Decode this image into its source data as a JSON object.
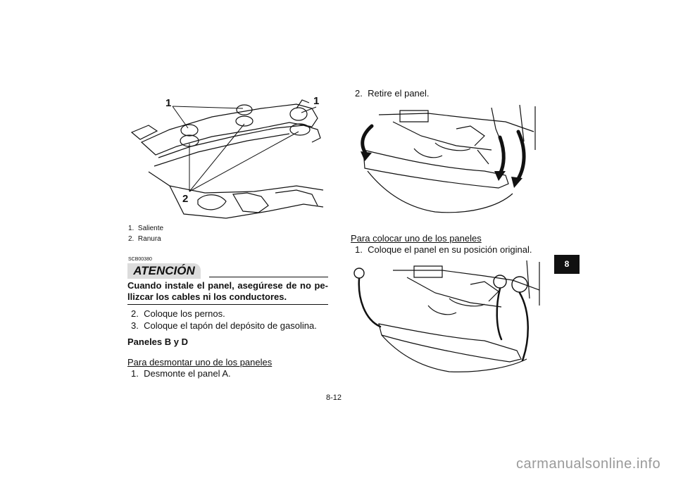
{
  "figure1": {
    "callout_1_left": "1",
    "callout_1_right": "1",
    "callout_2": "2"
  },
  "legend": [
    {
      "num": "1.",
      "text": "Saliente"
    },
    {
      "num": "2.",
      "text": "Ranura"
    }
  ],
  "caution": {
    "code": "SCB00380",
    "title": "ATENCIÓN",
    "text": "Cuando instale el panel, asegúrese de no pe-llizcar los cables ni los conductores."
  },
  "left_steps": [
    {
      "num": "2.",
      "text": "Coloque los pernos."
    },
    {
      "num": "3.",
      "text": "Coloque el tapón del depósito de gasolina."
    }
  ],
  "section_heading": "Paneles B y D",
  "remove_heading": "Para desmontar uno de los paneles",
  "remove_steps": [
    {
      "num": "1.",
      "text": "Desmonte el panel A."
    }
  ],
  "right_steps_top": [
    {
      "num": "2.",
      "text": "Retire el panel."
    }
  ],
  "install_heading": "Para colocar uno de los paneles",
  "install_steps": [
    {
      "num": "1.",
      "text": "Coloque el panel en su posición original."
    }
  ],
  "page_number": "8-12",
  "chapter_tab": "8",
  "watermark": "carmanualsonline.info"
}
